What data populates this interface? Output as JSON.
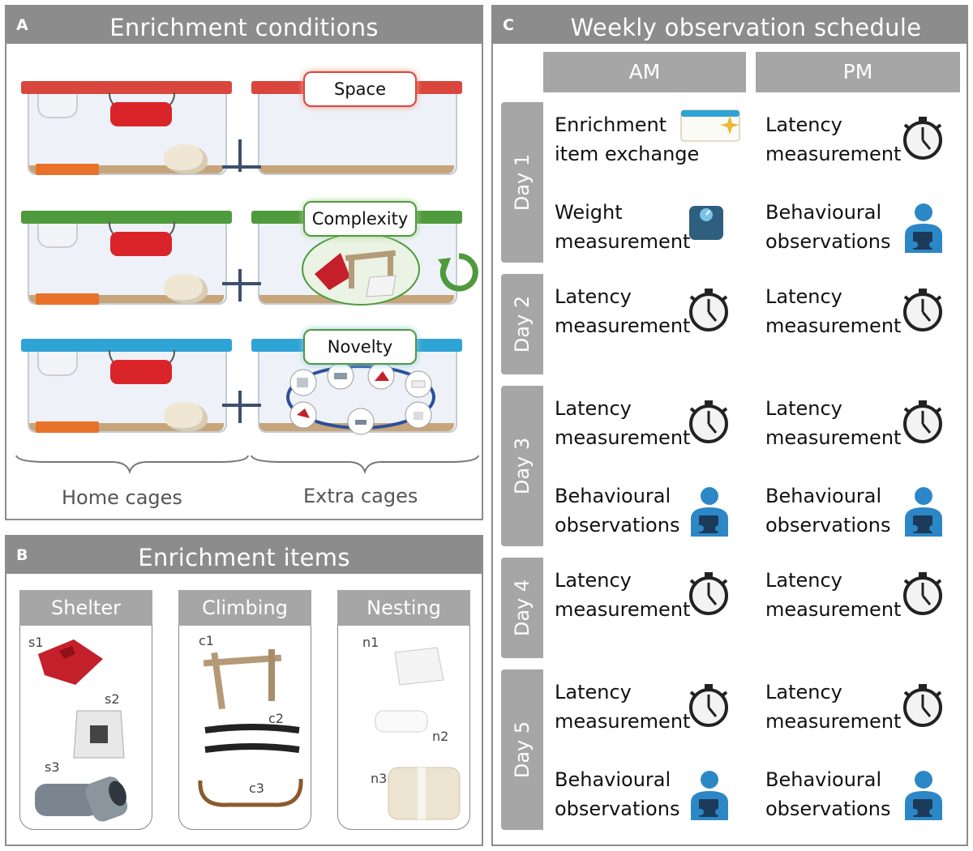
{
  "panel_a": {
    "letter": "A",
    "title": "Enrichment conditions",
    "conditions": [
      {
        "label": "Space",
        "color": "#d9463e"
      },
      {
        "label": "Complexity",
        "color": "#4f9a3c"
      },
      {
        "label": "Novelty",
        "color": "#2ea3d6"
      }
    ],
    "captions": {
      "home": "Home cages",
      "extra": "Extra cages"
    }
  },
  "panel_b": {
    "letter": "B",
    "title": "Enrichment items",
    "columns": [
      {
        "title": "Shelter",
        "items": [
          "s1",
          "s2",
          "s3"
        ]
      },
      {
        "title": "Climbing",
        "items": [
          "c1",
          "c2",
          "c3"
        ]
      },
      {
        "title": "Nesting",
        "items": [
          "n1",
          "n2",
          "n3"
        ]
      }
    ]
  },
  "panel_c": {
    "letter": "C",
    "title": "Weekly observation schedule",
    "am": "AM",
    "pm": "PM",
    "days": [
      {
        "label": "Day 1",
        "am": [
          {
            "text": [
              "Enrichment",
              "item exchange"
            ],
            "icon": "enrichment-card-icon"
          },
          {
            "text": [
              "Weight",
              "measurement"
            ],
            "icon": "scale-icon"
          }
        ],
        "pm": [
          {
            "text": [
              "Latency",
              "measurement"
            ],
            "icon": "stopwatch-icon"
          },
          {
            "text": [
              "Behavioural",
              "observations"
            ],
            "icon": "observer-icon"
          }
        ]
      },
      {
        "label": "Day 2",
        "am": [
          {
            "text": [
              "Latency",
              "measurement"
            ],
            "icon": "stopwatch-icon"
          }
        ],
        "pm": [
          {
            "text": [
              "Latency",
              "measurement"
            ],
            "icon": "stopwatch-icon"
          }
        ]
      },
      {
        "label": "Day 3",
        "am": [
          {
            "text": [
              "Latency",
              "measurement"
            ],
            "icon": "stopwatch-icon"
          },
          {
            "text": [
              "Behavioural",
              "observations"
            ],
            "icon": "observer-icon"
          }
        ],
        "pm": [
          {
            "text": [
              "Latency",
              "measurement"
            ],
            "icon": "stopwatch-icon"
          },
          {
            "text": [
              "Behavioural",
              "observations"
            ],
            "icon": "observer-icon"
          }
        ]
      },
      {
        "label": "Day 4",
        "am": [
          {
            "text": [
              "Latency",
              "measurement"
            ],
            "icon": "stopwatch-icon"
          }
        ],
        "pm": [
          {
            "text": [
              "Latency",
              "measurement"
            ],
            "icon": "stopwatch-icon"
          }
        ]
      },
      {
        "label": "Day 5",
        "am": [
          {
            "text": [
              "Latency",
              "measurement"
            ],
            "icon": "stopwatch-icon"
          },
          {
            "text": [
              "Behavioural",
              "observations"
            ],
            "icon": "observer-icon"
          }
        ],
        "pm": [
          {
            "text": [
              "Latency",
              "measurement"
            ],
            "icon": "stopwatch-icon"
          },
          {
            "text": [
              "Behavioural",
              "observations"
            ],
            "icon": "observer-icon"
          }
        ]
      }
    ]
  }
}
